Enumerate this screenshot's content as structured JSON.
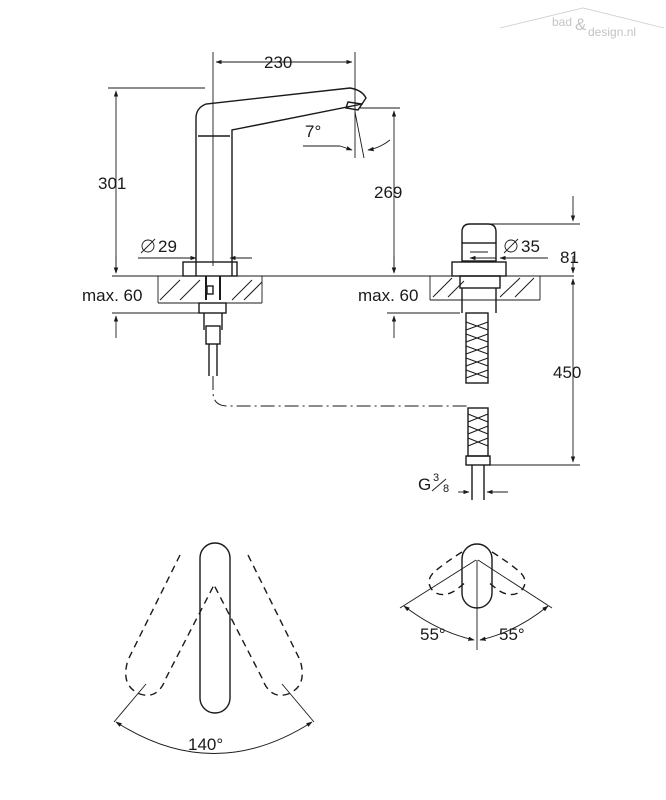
{
  "watermark": {
    "text_left": "bad",
    "text_amp": "&",
    "text_right": "design.nl"
  },
  "dimensions": {
    "spout_reach": "230",
    "spout_angle": "7°",
    "total_height": "301",
    "outlet_height": "269",
    "tap_diameter": "29",
    "tap_max_thickness": "max. 60",
    "control_diameter": "35",
    "control_height": "81",
    "control_max_thickness": "max. 60",
    "hose_length": "450",
    "connection_prefix": "G",
    "connection_num": "3",
    "connection_den": "8",
    "swivel_angle": "140°",
    "lever_angle_left": "55°",
    "lever_angle_right": "55°"
  },
  "icons": [
    "diameter-symbol",
    "arrowhead"
  ]
}
